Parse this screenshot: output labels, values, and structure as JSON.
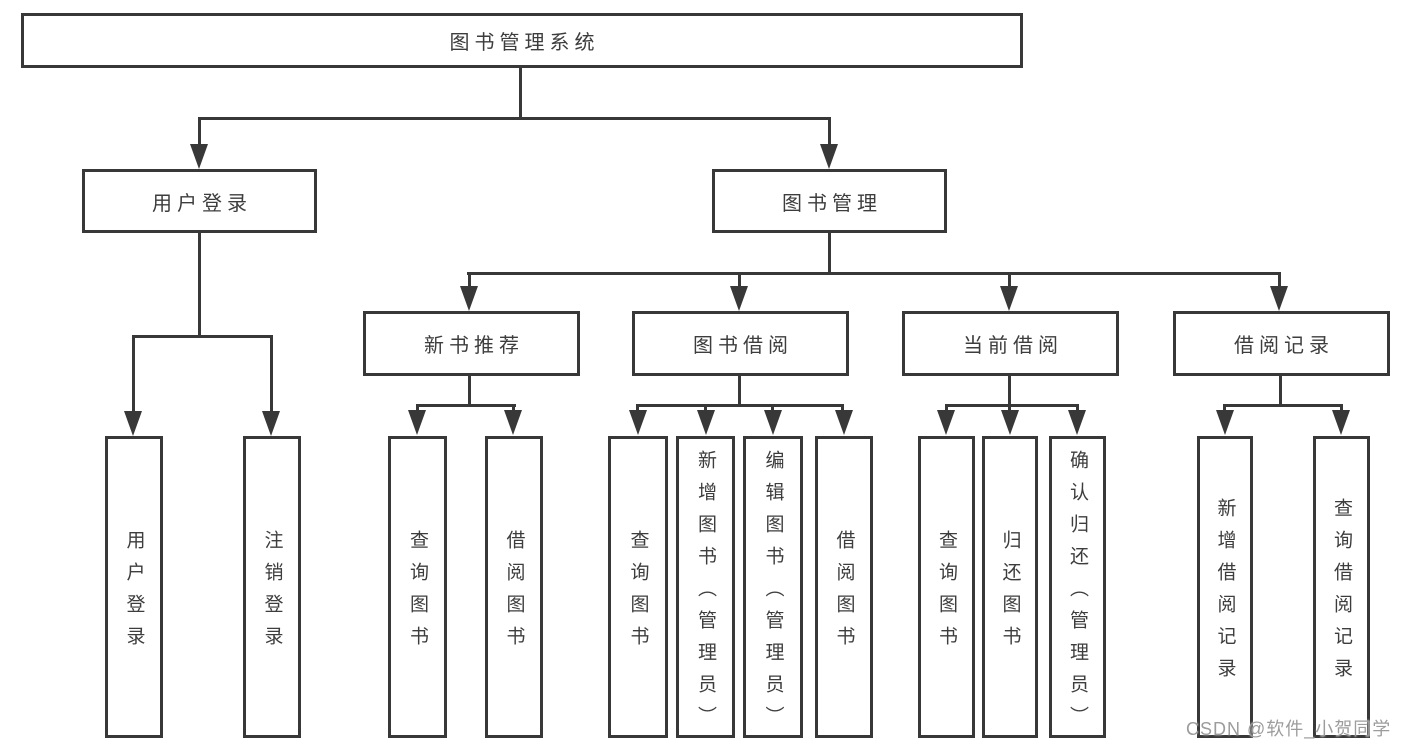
{
  "tree": {
    "label": "图书管理系统",
    "children": [
      {
        "label": "用户登录",
        "children": [
          {
            "label": "用户登录"
          },
          {
            "label": "注销登录"
          }
        ]
      },
      {
        "label": "图书管理",
        "children": [
          {
            "label": "新书推荐",
            "children": [
              {
                "label": "查询图书"
              },
              {
                "label": "借阅图书"
              }
            ]
          },
          {
            "label": "图书借阅",
            "children": [
              {
                "label": "查询图书"
              },
              {
                "label": "新增图书（管理员）"
              },
              {
                "label": "编辑图书（管理员）"
              },
              {
                "label": "借阅图书"
              }
            ]
          },
          {
            "label": "当前借阅",
            "children": [
              {
                "label": "查询图书"
              },
              {
                "label": "归还图书"
              },
              {
                "label": "确认归还（管理员）"
              }
            ]
          },
          {
            "label": "借阅记录",
            "children": [
              {
                "label": "新增借阅记录"
              },
              {
                "label": "查询借阅记录"
              }
            ]
          }
        ]
      }
    ]
  },
  "watermark": {
    "text": "CSDN @软件_小贺同学"
  },
  "colors": {
    "line-color": "#383838",
    "text-color": "#3d3d3d",
    "watermark-color": "#9c9c9c",
    "box-bg": "#ffffff",
    "canvas-bg": "#ffffff"
  }
}
